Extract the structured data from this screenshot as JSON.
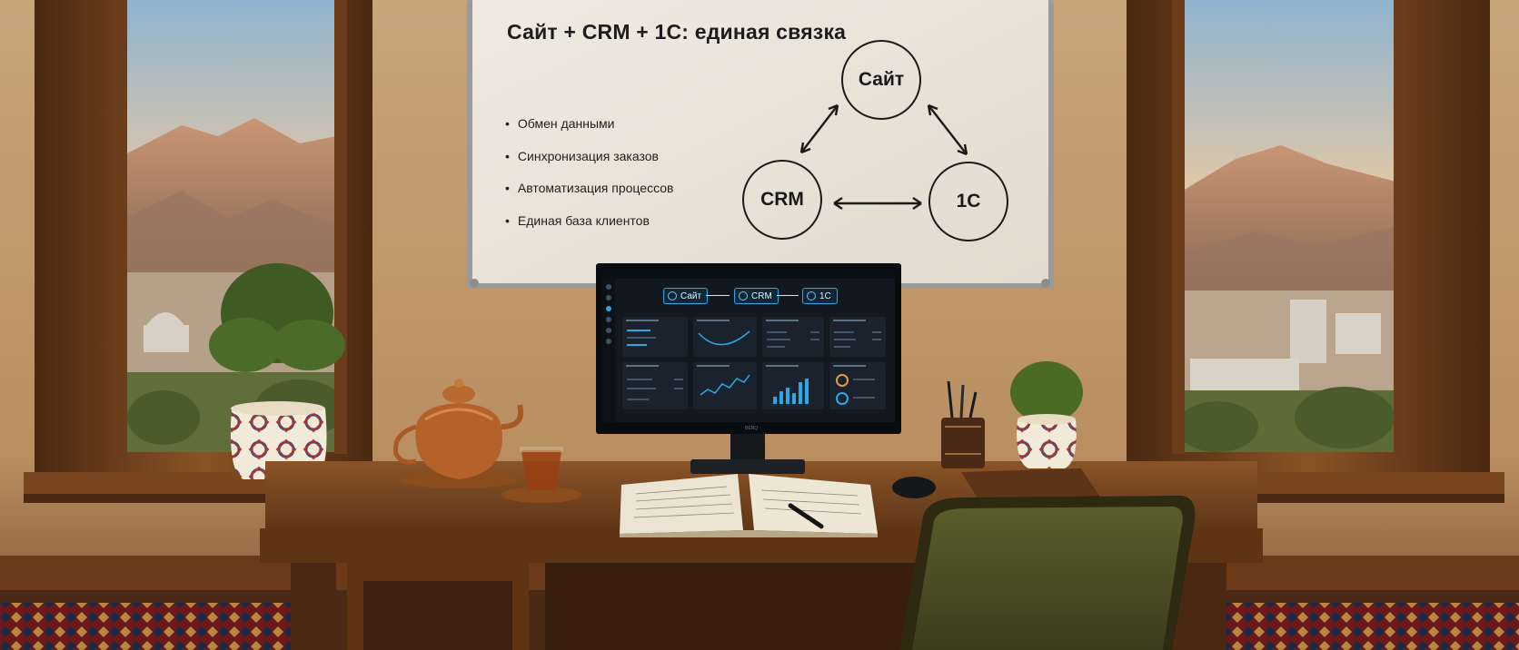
{
  "whiteboard": {
    "title": "Сайт + CRM + 1С: единая связка",
    "bullets": [
      "Обмен данными",
      "Синхронизация заказов",
      "Автоматизация процессов",
      "Единая база клиентов"
    ],
    "nodes": {
      "site": "Сайт",
      "crm": "CRM",
      "onec": "1С"
    }
  },
  "monitor": {
    "flow": {
      "site": "Сайт",
      "crm": "CRM",
      "onec": "1С"
    }
  },
  "colors": {
    "accent": "#2aa8e6",
    "wall": "#c9a57a",
    "whiteboard": "#ece6dc",
    "wood": "#6a3d1c",
    "screen": "#111820"
  }
}
